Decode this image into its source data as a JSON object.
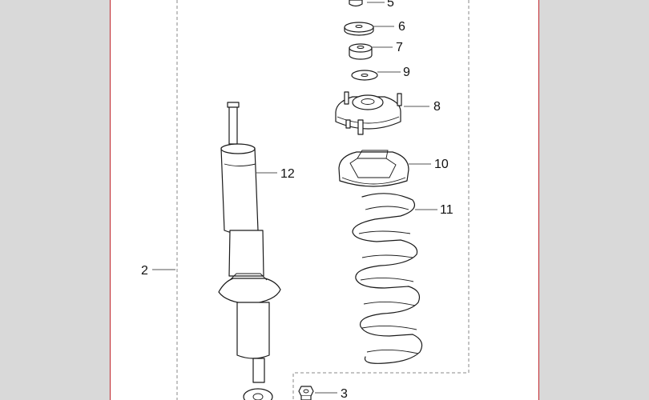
{
  "diagram": {
    "callouts": {
      "p2": "2",
      "p3": "3",
      "p5": "5",
      "p6": "6",
      "p7": "7",
      "p8": "8",
      "p9": "9",
      "p10": "10",
      "p11": "11",
      "p12": "12"
    }
  }
}
